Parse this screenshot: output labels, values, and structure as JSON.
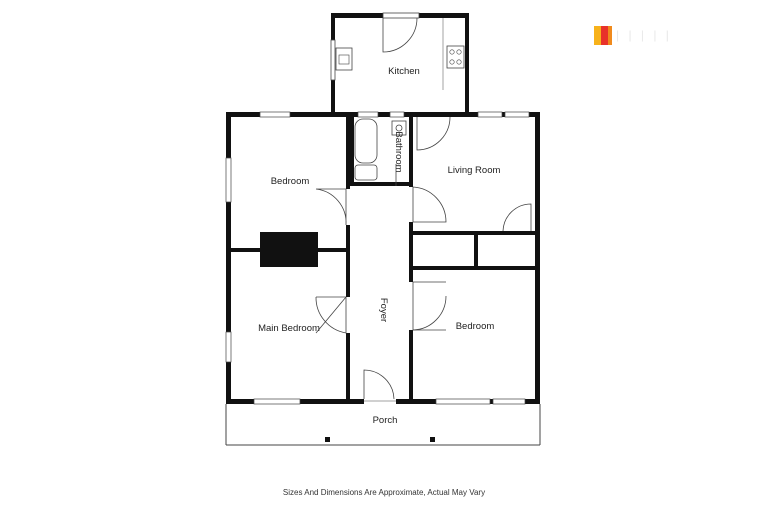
{
  "rooms": {
    "kitchen": "Kitchen",
    "bathroom": "Bathroom",
    "bedroom_1": "Bedroom",
    "living_room": "Living Room",
    "main_bedroom": "Main Bedroom",
    "foyer": "Foyer",
    "bedroom_2": "Bedroom",
    "porch": "Porch"
  },
  "footer": {
    "disclaimer": "Sizes And Dimensions Are Approximate, Actual May Vary"
  },
  "logo": {
    "text": "| | | | |",
    "colors": [
      "#f7b21b",
      "#e8322a",
      "#f08a1c"
    ]
  },
  "colors": {
    "wall": "#111111",
    "line": "#333333"
  }
}
